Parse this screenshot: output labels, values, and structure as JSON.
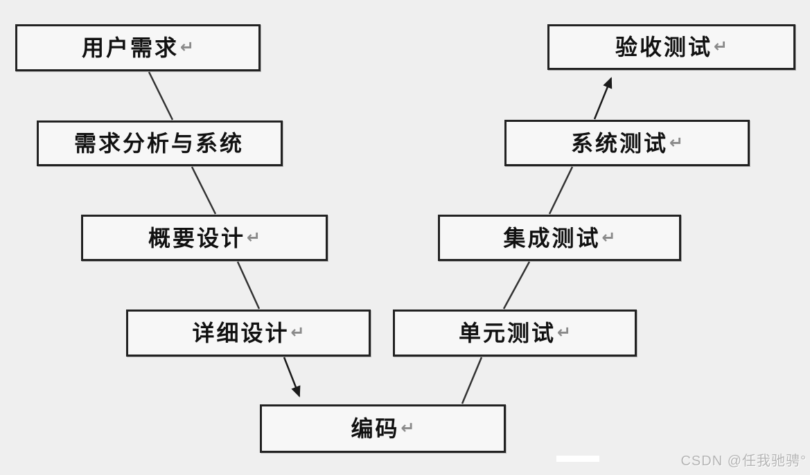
{
  "nodes": [
    {
      "id": "user-requirements",
      "label": "用户需求",
      "mark": "↵"
    },
    {
      "id": "requirements-analysis",
      "label": "需求分析与系统",
      "mark": ""
    },
    {
      "id": "high-level-design",
      "label": "概要设计",
      "mark": "↵"
    },
    {
      "id": "detailed-design",
      "label": "详细设计",
      "mark": "↵"
    },
    {
      "id": "coding",
      "label": "编码",
      "mark": "↵"
    },
    {
      "id": "unit-testing",
      "label": "单元测试",
      "mark": "↵"
    },
    {
      "id": "integration-testing",
      "label": "集成测试",
      "mark": "↵"
    },
    {
      "id": "system-testing",
      "label": "系统测试",
      "mark": "↵"
    },
    {
      "id": "acceptance-testing",
      "label": "验收测试",
      "mark": "↵"
    }
  ],
  "watermark": {
    "text": "CSDN @任我驰骋°"
  },
  "colors": {
    "background": "#efefef",
    "box_fill": "#f7f7f7",
    "box_border": "#222222",
    "connector": "#333333",
    "label_text": "#111111",
    "return_mark": "#8a8a8a",
    "watermark_text": "#b5b5b5"
  }
}
